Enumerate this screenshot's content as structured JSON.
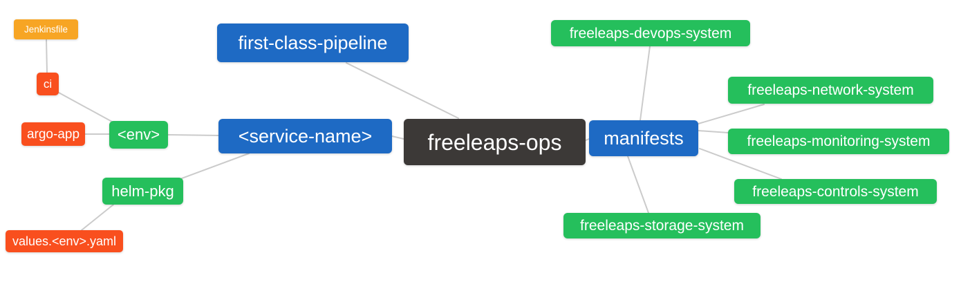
{
  "diagram": {
    "type": "mindmap",
    "root_label": "freeleaps-ops",
    "hierarchy": {
      "freeleaps-ops": [
        "first-class-pipeline",
        "<service-name>",
        "manifests"
      ],
      "<service-name>": [
        "<env>",
        "helm-pkg"
      ],
      "<env>": [
        "ci",
        "argo-app"
      ],
      "ci": [
        "Jenkinsfile"
      ],
      "helm-pkg": [
        "values.<env>.yaml"
      ],
      "manifests": [
        "freeleaps-devops-system",
        "freeleaps-network-system",
        "freeleaps-monitoring-system",
        "freeleaps-controls-system",
        "freeleaps-storage-system"
      ]
    }
  },
  "nodes": {
    "root": {
      "label": "freeleaps-ops",
      "color": "#3c3937"
    },
    "pipeline": {
      "label": "first-class-pipeline",
      "color": "#1e6ac4"
    },
    "service": {
      "label": "<service-name>",
      "color": "#1e6ac4"
    },
    "manifests": {
      "label": "manifests",
      "color": "#1e6ac4"
    },
    "env": {
      "label": "<env>",
      "color": "#25bf5c"
    },
    "helmpkg": {
      "label": "helm-pkg",
      "color": "#25bf5c"
    },
    "devops": {
      "label": "freeleaps-devops-system",
      "color": "#25bf5c"
    },
    "network": {
      "label": "freeleaps-network-system",
      "color": "#25bf5c"
    },
    "monitoring": {
      "label": "freeleaps-monitoring-system",
      "color": "#25bf5c"
    },
    "controls": {
      "label": "freeleaps-controls-system",
      "color": "#25bf5c"
    },
    "storage": {
      "label": "freeleaps-storage-system",
      "color": "#25bf5c"
    },
    "ci": {
      "label": "ci",
      "color": "#f94f1e"
    },
    "argoapp": {
      "label": "argo-app",
      "color": "#f94f1e"
    },
    "values": {
      "label": "values.<env>.yaml",
      "color": "#f94f1e"
    },
    "jenkinsfile": {
      "label": "Jenkinsfile",
      "color": "#f7a524"
    }
  },
  "palette": {
    "root_bg": "#3c3937",
    "level1_bg": "#1e6ac4",
    "level2_bg": "#25bf5c",
    "leaf_bg": "#f94f1e",
    "leaf_alt_bg": "#f7a524",
    "edge": "#cbcbcb",
    "text": "#ffffff",
    "background": "#ffffff"
  }
}
